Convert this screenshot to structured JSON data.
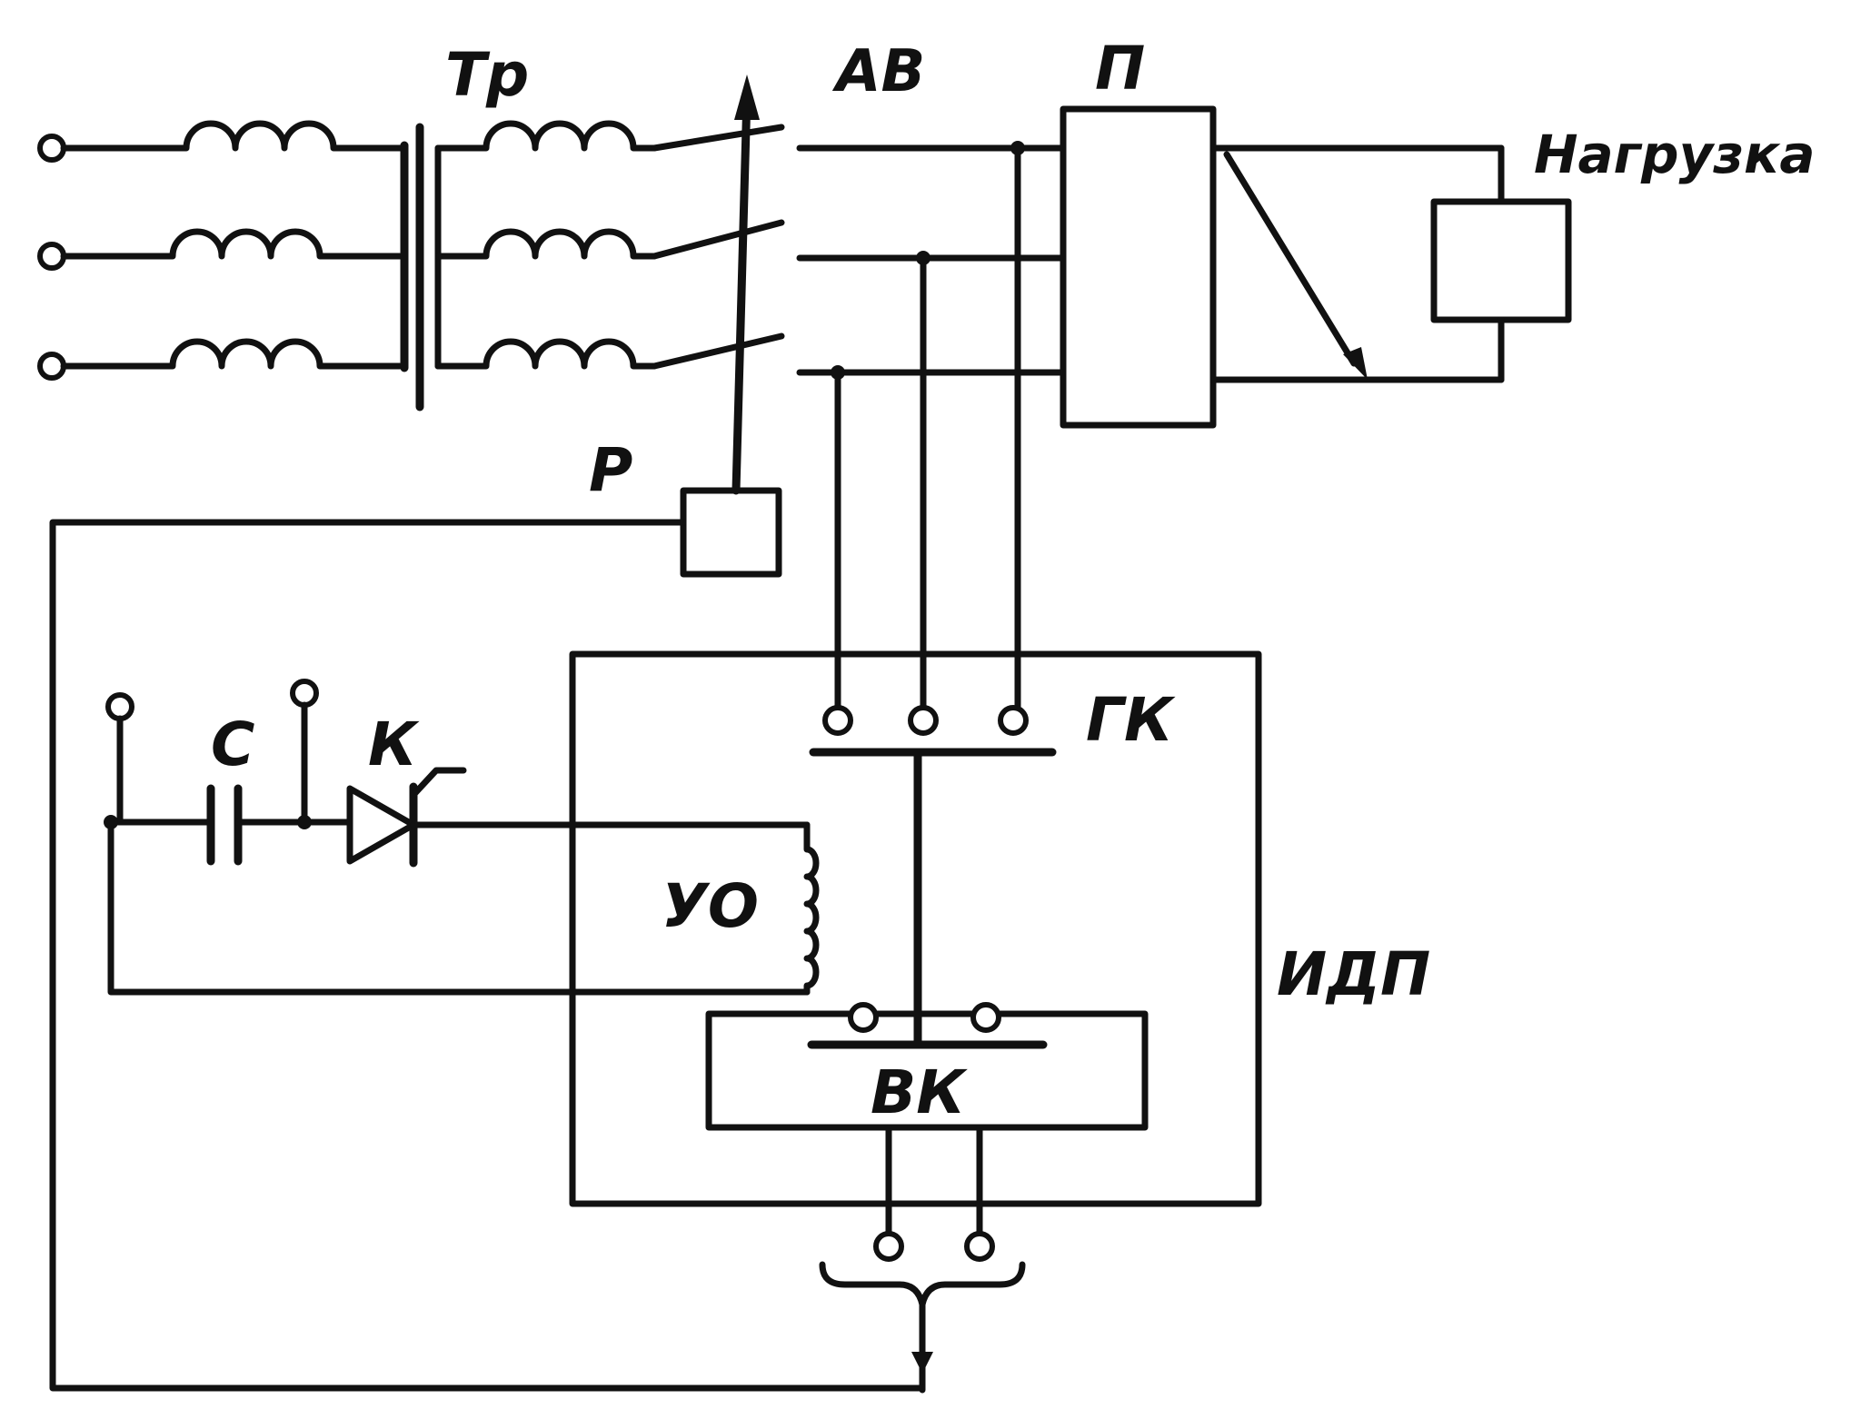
{
  "labels": {
    "transformer": "Тр",
    "breaker": "АВ",
    "converter": "П",
    "load": "Нагрузка",
    "relay": "Р",
    "capacitor": "С",
    "thyristor": "К",
    "control_unit": "УО",
    "main_contacts": "ГК",
    "detector": "ИДП",
    "aux_contacts": "ВК"
  },
  "colors": {
    "ink": "#111111",
    "paper": "#ffffff"
  }
}
